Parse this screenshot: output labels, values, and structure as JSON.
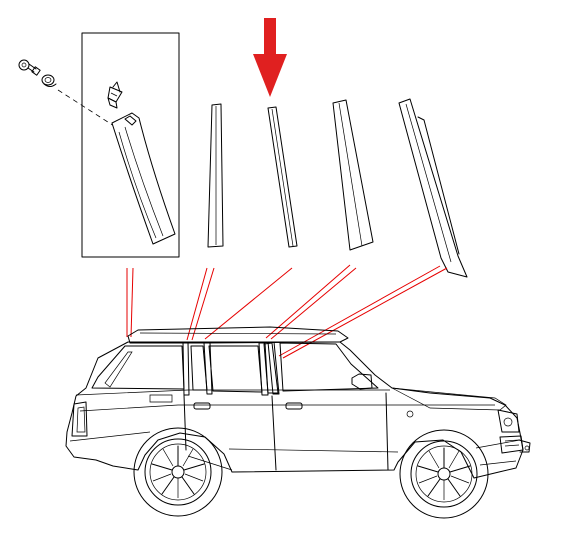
{
  "diagram": {
    "subject": "vehicle-exterior-pillar-trim-moulding-exploded-view",
    "highlight_color": "#e60000",
    "line_color": "#000000",
    "background_color": "#ffffff",
    "indicator": {
      "icon": "arrow-down-icon",
      "points_to": "trim-strip-2"
    },
    "parts": [
      {
        "name": "a-pillar-finisher-with-clip-and-screw",
        "boxed": true
      },
      {
        "name": "trim-strip-1"
      },
      {
        "name": "trim-strip-2",
        "highlighted": true
      },
      {
        "name": "trim-strip-3"
      },
      {
        "name": "trim-strip-4"
      }
    ]
  }
}
